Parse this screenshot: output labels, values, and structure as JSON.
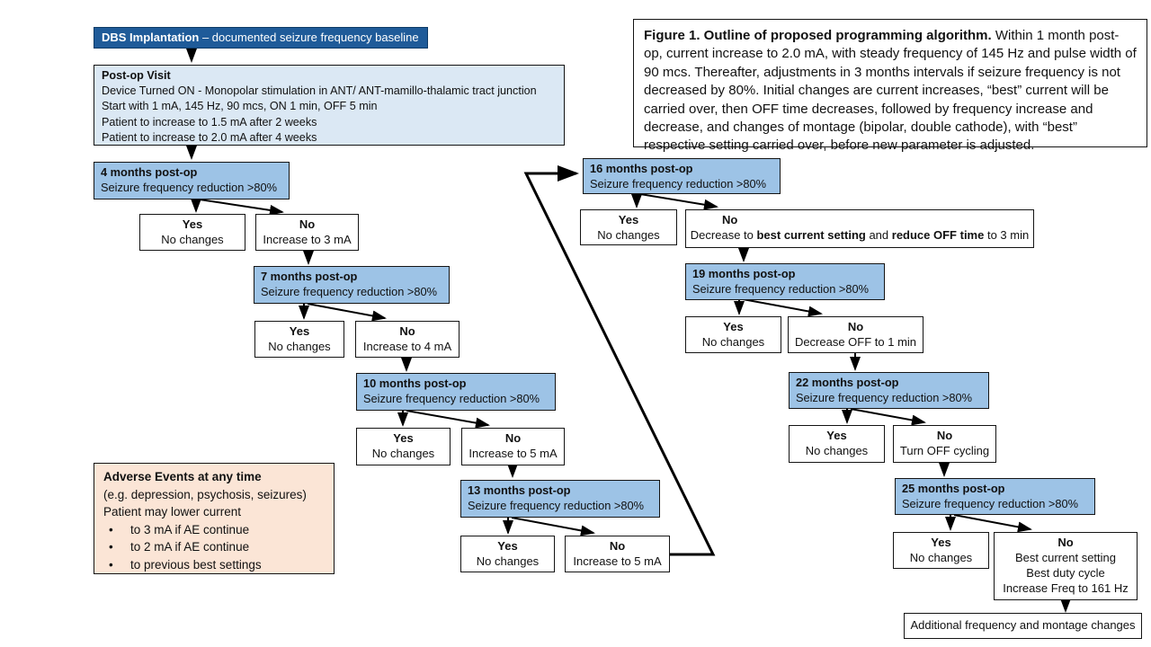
{
  "palette": {
    "header_blue": "#1f5b99",
    "month_blue": "#9dc3e6",
    "light_blue": "#dbe8f4",
    "peach": "#fbe5d6",
    "border": "#141414",
    "arrow": "#000000"
  },
  "caption": {
    "title": "Figure 1. Outline of proposed programming algorithm.",
    "body": " Within 1 month post-op, current increase to 2.0 mA, with steady frequency of 145 Hz and pulse width of 90 mcs. Thereafter, adjustments in 3 months intervals if seizure frequency is not decreased by 80%. Initial changes are current increases, “best” current will be carried over, then OFF time decreases, followed by frequency increase and decrease, and changes of montage (bipolar, double cathode), with “best” respective setting carried over, before new parameter is adjusted."
  },
  "dbs": {
    "title": "DBS Implantation",
    "subtitle": " – documented  seizure frequency baseline"
  },
  "postop": {
    "title": "Post-op Visit",
    "line1": "Device Turned ON - Monopolar  stimulation  in ANT/ ANT-mamillo-thalamic  tract junction",
    "line2": "Start with 1 mA, 145 Hz, 90 mcs, ON 1 min, OFF 5 min",
    "line3": "Patient to increase to 1.5 mA after 2 weeks",
    "line4": "Patient to increase to 2.0 mA after 4 weeks"
  },
  "adverse": {
    "title": "Adverse Events at any time",
    "line1": "(e.g. depression, psychosis, seizures)",
    "line2": "Patient may lower current",
    "bullet": "•",
    "bullets": [
      "to 3 mA if AE continue",
      "to 2 mA if AE continue",
      "to previous best settings"
    ]
  },
  "months": [
    {
      "title": "4 months post-op",
      "sub": "Seizure frequency  reduction  >80%",
      "yes_label": "Yes",
      "yes_text": "No changes",
      "no_label": "No",
      "no_text": "Increase  to 3 mA"
    },
    {
      "title": "7 months post-op",
      "sub": "Seizure frequency  reduction  >80%",
      "yes_label": "Yes",
      "yes_text": "No changes",
      "no_label": "No",
      "no_text": "Increase  to 4 mA"
    },
    {
      "title": "10 months post-op",
      "sub": "Seizure frequency  reduction  >80%",
      "yes_label": "Yes",
      "yes_text": "No changes",
      "no_label": "No",
      "no_text": "Increase  to 5 mA"
    },
    {
      "title": "13 months post-op",
      "sub": "Seizure frequency  reduction  >80%",
      "yes_label": "Yes",
      "yes_text": "No changes",
      "no_label": "No",
      "no_text": "Increase  to 5 mA"
    },
    {
      "title": "16 months post-op",
      "sub": "Seizure frequency  reduction  >80%",
      "yes_label": "Yes",
      "yes_text": "No changes",
      "no_label": "No",
      "no_pre": "Decrease to ",
      "no_bold1": "best current setting",
      "no_mid": " and ",
      "no_bold2": "reduce OFF time",
      "no_post": " to 3 min"
    },
    {
      "title": "19 months post-op",
      "sub": "Seizure frequency  reduction  >80%",
      "yes_label": "Yes",
      "yes_text": "No changes",
      "no_label": "No",
      "no_text": "Decrease OFF to 1 min"
    },
    {
      "title": "22 months post-op",
      "sub": "Seizure frequency  reduction  >80%",
      "yes_label": "Yes",
      "yes_text": "No changes",
      "no_label": "No",
      "no_text": "Turn OFF cycling"
    },
    {
      "title": "25 months post-op",
      "sub": "Seizure frequency  reduction  >80%",
      "yes_label": "Yes",
      "yes_text": "No changes",
      "no_label": "No",
      "no_lines": [
        "Best current  setting",
        "Best duty cycle",
        "Increase  Freq to 161 Hz"
      ]
    }
  ],
  "additional": {
    "text": "Additional frequency  and montage changes"
  }
}
